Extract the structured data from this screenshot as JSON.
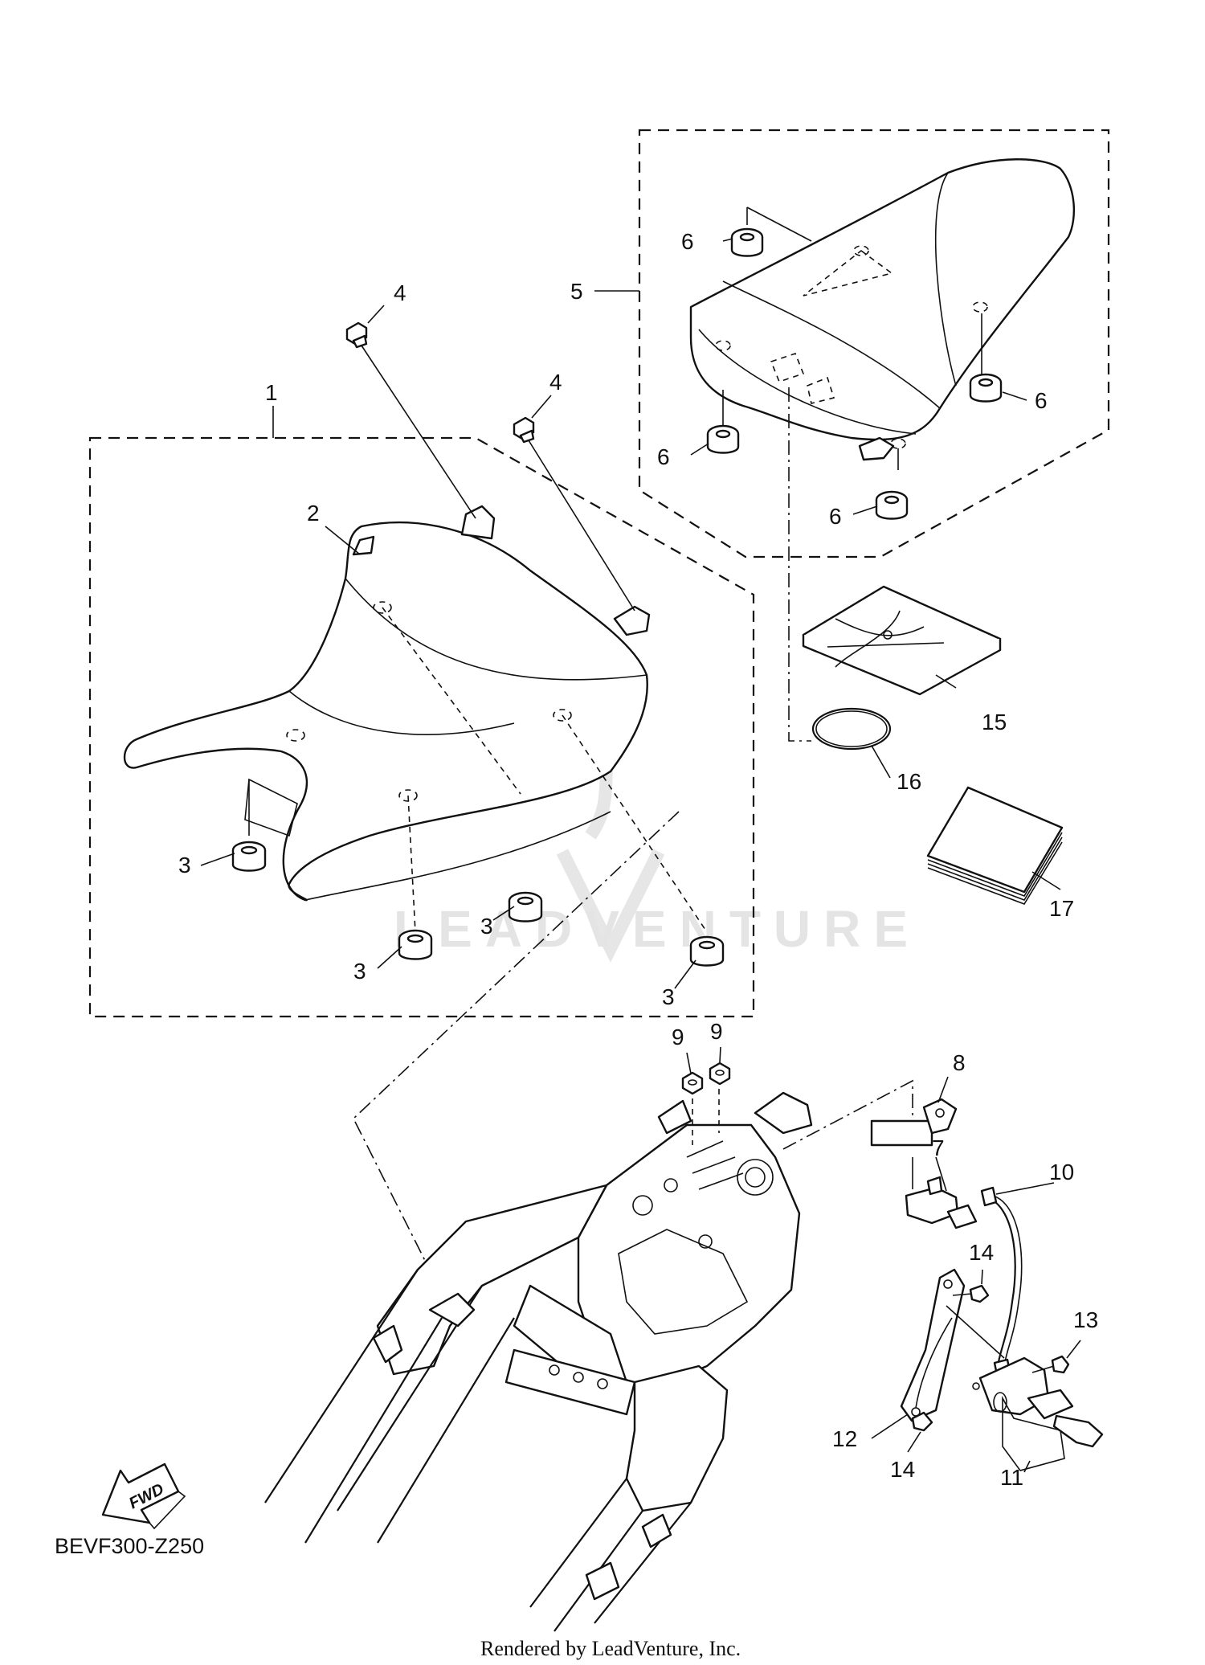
{
  "diagram_code": "BEVF300-Z250",
  "fwd_label": "FWD",
  "footer": "Rendered by LeadVenture, Inc.",
  "watermark": "LEADVENTURE",
  "callouts": {
    "c1": "1",
    "c2": "2",
    "c3a": "3",
    "c3b": "3",
    "c3c": "3",
    "c3d": "3",
    "c4a": "4",
    "c4b": "4",
    "c5": "5",
    "c6a": "6",
    "c6b": "6",
    "c6c": "6",
    "c6d": "6",
    "c7": "7",
    "c8": "8",
    "c9a": "9",
    "c9b": "9",
    "c10": "10",
    "c11": "11",
    "c12": "12",
    "c13": "13",
    "c14a": "14",
    "c14b": "14",
    "c15": "15",
    "c16": "16",
    "c17": "17"
  }
}
